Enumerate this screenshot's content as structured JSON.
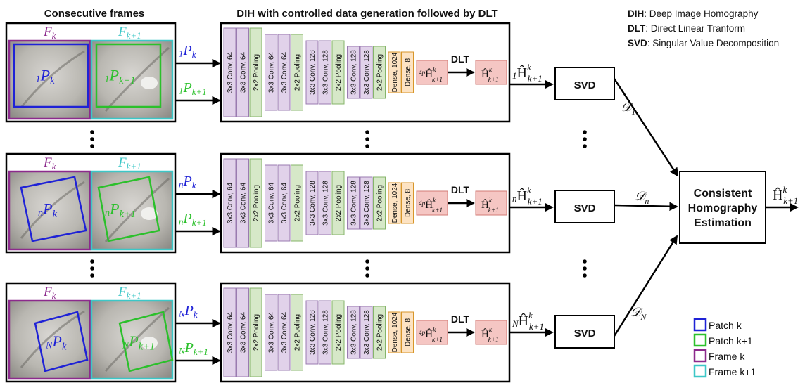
{
  "headers": {
    "frames": "Consecutive frames",
    "pipeline": "DIH with controlled data generation followed by DLT"
  },
  "abbreviations": [
    {
      "key": "DIH",
      "text": ": Deep Image Homography"
    },
    {
      "key": "DLT",
      "text": ": Direct Linear Tranform"
    },
    {
      "key": "SVD",
      "text": ": Singular Value Decomposition"
    }
  ],
  "frame_labels": {
    "k": "F",
    "k_sub": "k",
    "k1": "F",
    "k1_sub": "k+1"
  },
  "rows": [
    {
      "index": "1"
    },
    {
      "index": "n"
    },
    {
      "index": "N"
    }
  ],
  "patch_symbol": "P",
  "patch_sub_k": "k",
  "patch_sub_k1": "k+1",
  "layers": [
    {
      "label": "3x3 Conv, 64",
      "type": "conv"
    },
    {
      "label": "3x3 Conv, 64",
      "type": "conv"
    },
    {
      "label": "2x2 Pooling",
      "type": "pool"
    },
    {
      "label": "3x3 Conv, 64",
      "type": "conv"
    },
    {
      "label": "3x3 Conv, 64",
      "type": "conv"
    },
    {
      "label": "2x2 Pooling",
      "type": "pool"
    },
    {
      "label": "3x3 Conv, 128",
      "type": "conv"
    },
    {
      "label": "3x3 Conv, 128",
      "type": "conv"
    },
    {
      "label": "2x2 Pooling",
      "type": "pool"
    },
    {
      "label": "3x3 Conv, 128",
      "type": "conv"
    },
    {
      "label": "3x3 Conv, 128",
      "type": "conv"
    },
    {
      "label": "2x2 Pooling",
      "type": "pool"
    },
    {
      "label": "Dense, 1024",
      "type": "dense"
    },
    {
      "label": "Dense, 8",
      "type": "dense"
    }
  ],
  "dlt_label": "DLT",
  "h4p_prefix": "4p",
  "h_symbol": "Ĥ",
  "h_sup": "k",
  "h_sub": "k+1",
  "svd_label": "SVD",
  "d_symbol": "𝒟",
  "consistent_box": [
    "Consistent",
    "Homography",
    "Estimation"
  ],
  "legend": [
    {
      "label": "Patch k",
      "color": "#1f22d6"
    },
    {
      "label": "Patch k+1",
      "color": "#2bc02b"
    },
    {
      "label": "Frame k",
      "color": "#8c2a8c"
    },
    {
      "label": "Frame k+1",
      "color": "#3cc7c7"
    }
  ],
  "colors": {
    "patch_k": "#1f22d6",
    "patch_k1": "#2bc02b",
    "frame_k": "#8c2a8c",
    "frame_k1": "#3cc7c7",
    "conv_fill": "#e1d2ea",
    "conv_stroke": "#9a7bb0",
    "pool_fill": "#d6e8c8",
    "pool_stroke": "#86b56a",
    "dense_fill": "#fde3c3",
    "dense_stroke": "#d8962a",
    "h_fill": "#f5c6c3",
    "h_stroke": "#d27b76"
  }
}
